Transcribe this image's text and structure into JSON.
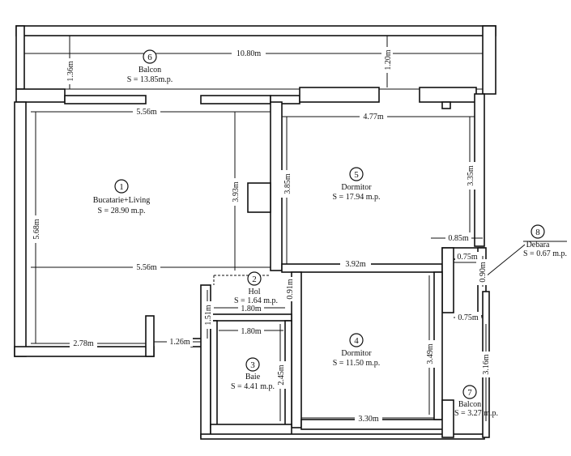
{
  "rooms": [
    {
      "number": "1",
      "name": "Bucatarie+Living",
      "area": "S = 28.90 m.p."
    },
    {
      "number": "2",
      "name": "Hol",
      "area": "S = 1.64 m.p."
    },
    {
      "number": "3",
      "name": "Baie",
      "area": "S = 4.41 m.p."
    },
    {
      "number": "4",
      "name": "Dormitor",
      "area": "S = 11.50 m.p."
    },
    {
      "number": "5",
      "name": "Dormitor",
      "area": "S = 17.94 m.p."
    },
    {
      "number": "6",
      "name": "Balcon",
      "area": "S = 13.85m.p."
    },
    {
      "number": "7",
      "name": "Balcon",
      "area": "S = 3.27 m.p."
    },
    {
      "number": "8",
      "name": "Debara",
      "area": "S = 0.67 m.p."
    }
  ],
  "dimensions": {
    "balcony_width": "10.80m",
    "balcony_depth_left": "1.36m",
    "balcony_depth_right": "1.20m",
    "living_top": "5.56m",
    "living_bottom": "5.56m",
    "living_height": "5.68m",
    "living_inner_height": "3.93m",
    "living_bottom_left": "2.78m",
    "entry_width": "1.26m",
    "bed5_top": "4.77m",
    "bed5_left": "3.85m",
    "bed5_right": "3.35m",
    "bed5_bottom": "3.92m",
    "closet_top": "0.85m",
    "closet_width": "0.75m",
    "closet_height": "0.90m",
    "balcony7_width": "0.75m",
    "balcony7_height": "3.16m",
    "hall_width": "1.80m",
    "hall_height": "1.51m",
    "hall_side": "0.91m",
    "bath_width": "1.80m",
    "bath_height": "2.45m",
    "bed4_bottom": "3.30m",
    "bed4_height": "3.49m"
  }
}
